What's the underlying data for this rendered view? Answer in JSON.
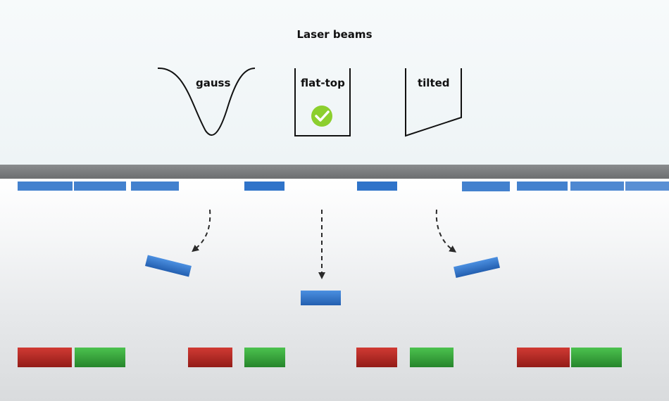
{
  "title": "Laser beams",
  "beams": [
    {
      "label": "gauss",
      "icon": "gaussian-curve-icon"
    },
    {
      "label": "flat-top",
      "icon": "flat-top-profile-icon",
      "status_icon": "checkmark-icon"
    },
    {
      "label": "tilted",
      "icon": "tilted-profile-icon"
    }
  ],
  "colors": {
    "chip_blue": "#2f73c9",
    "chip_red": "#b92a25",
    "chip_green": "#34a93a",
    "check_green": "#8ccf2e",
    "carrier": "#7a7c7e"
  }
}
